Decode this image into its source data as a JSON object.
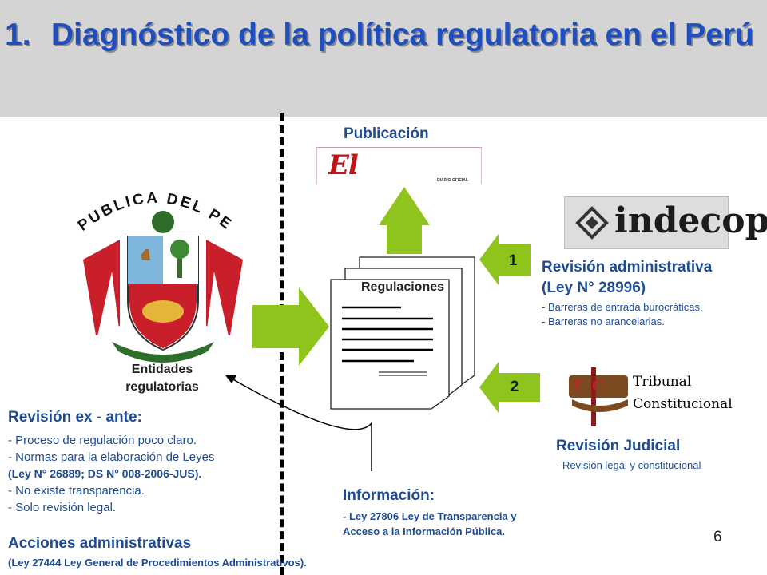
{
  "title": {
    "number": "1.",
    "text": "Diagnóstico de la política regulatoria en el Perú"
  },
  "publicacion": {
    "label": "Publicación",
    "logo_text": "El Peruano",
    "logo_sub": "DIARIO OFICIAL"
  },
  "republica": {
    "arc_text": "REPUBLICA DEL PERU"
  },
  "entidades": {
    "label_line1": "Entidades",
    "label_line2": "regulatorias"
  },
  "regulaciones": {
    "label": "Regulaciones"
  },
  "indecopi": {
    "logo_text": "indecopi"
  },
  "admin": {
    "badge": "1",
    "title_line1": "Revisión administrativa",
    "title_line2": "(Ley N° 28996)",
    "items": [
      "- Barreras de entrada burocráticas.",
      "- Barreras no arancelarias."
    ]
  },
  "tribunal": {
    "badge": "2",
    "line1": "Tribunal",
    "line2": "Constitucional",
    "emblem_letters": "TC"
  },
  "judicial": {
    "title": "Revisión Judicial",
    "item": "- Revisión legal y constitucional"
  },
  "exante": {
    "title": "Revisión ex - ante:",
    "item1": "- Proceso de regulación poco claro.",
    "item2": "- Normas para la elaboración de Leyes",
    "item3": "(Ley N° 26889;   DS N° 008-2006-JUS).",
    "item4": "- No existe transparencia.",
    "item5": "- Solo revisión legal."
  },
  "acciones": {
    "title": "Acciones administrativas",
    "sub": "(Ley  27444 Ley General de Procedimientos Administrativos)."
  },
  "informacion": {
    "title": "Información:",
    "line1": "- Ley 27806 Ley de Transparencia  y",
    "line2": "Acceso a la Información Pública."
  },
  "page_number": "6",
  "colors": {
    "accent_green": "#8fc41c",
    "title_blue": "#1f4fbf",
    "text_blue": "#1e4b93",
    "header_gray": "#d4d4d4"
  }
}
